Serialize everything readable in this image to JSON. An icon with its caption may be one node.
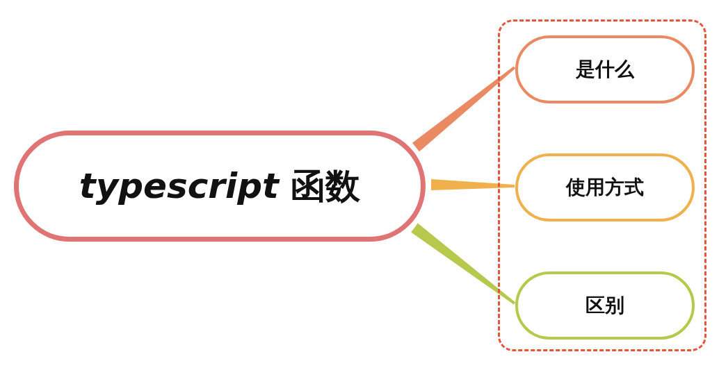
{
  "diagram": {
    "nodes": [
      {
        "text": [
          "*typescript* 函数"
        ]
      },
      {
        "text": [],
        "shape": "box"
      },
      {
        "text": [
          "是什么"
        ],
        "in": 1
      },
      {
        "text": [
          "使用方式"
        ],
        "in": 1
      },
      {
        "text": [
          "区别"
        ],
        "in": 1
      }
    ],
    "edges": [
      {
        "from": 0,
        "to": 2,
        "arrow": "none",
        "style": "thick",
        "color": "#e98a62"
      },
      {
        "from": 0,
        "to": 3,
        "arrow": "none",
        "style": "thick",
        "color": "#f0b04c"
      },
      {
        "from": 0,
        "to": 4,
        "arrow": "none",
        "style": "thick",
        "color": "#b6c94c"
      }
    ]
  }
}
